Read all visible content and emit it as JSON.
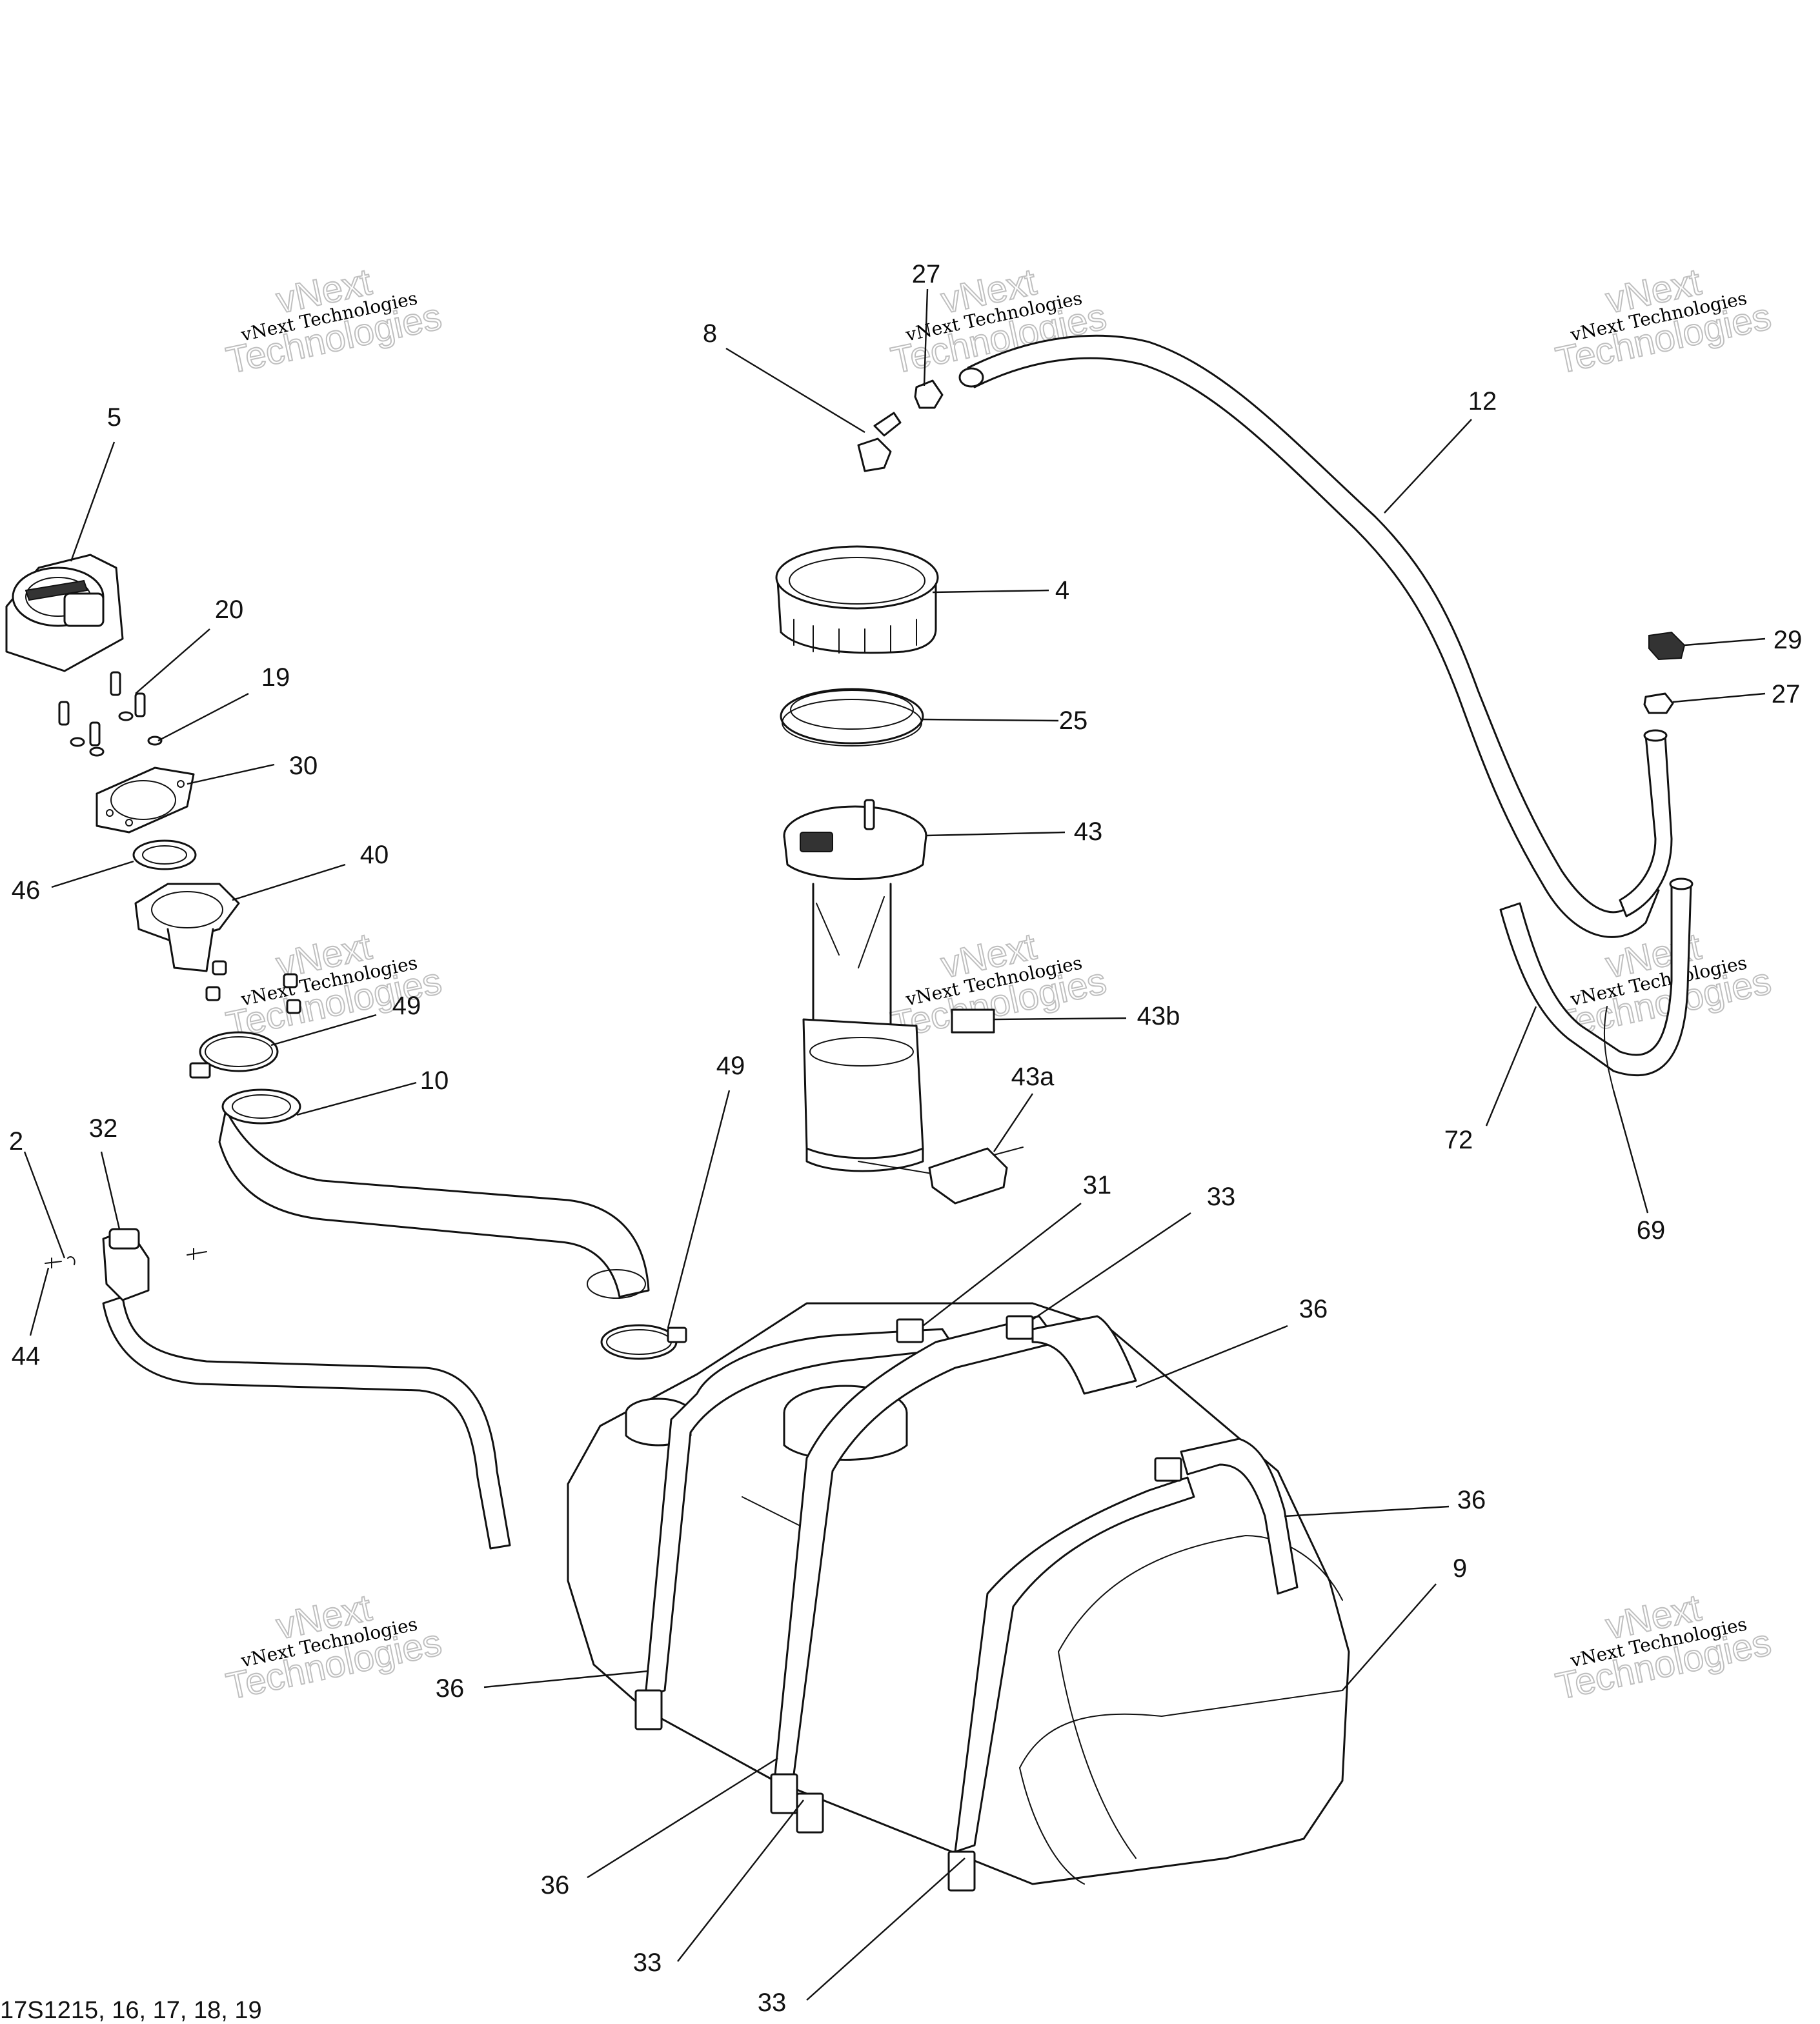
{
  "callouts": [
    {
      "label": "27"
    },
    {
      "label": "8"
    },
    {
      "label": "12"
    },
    {
      "label": "5"
    },
    {
      "label": "20"
    },
    {
      "label": "19"
    },
    {
      "label": "4"
    },
    {
      "label": "29"
    },
    {
      "label": "27"
    },
    {
      "label": "25"
    },
    {
      "label": "30"
    },
    {
      "label": "43"
    },
    {
      "label": "46"
    },
    {
      "label": "40"
    },
    {
      "label": "49"
    },
    {
      "label": "43b"
    },
    {
      "label": "72"
    },
    {
      "label": "10"
    },
    {
      "label": "49"
    },
    {
      "label": "43a"
    },
    {
      "label": "2"
    },
    {
      "label": "32"
    },
    {
      "label": "31"
    },
    {
      "label": "33"
    },
    {
      "label": "69"
    },
    {
      "label": "44"
    },
    {
      "label": "36"
    },
    {
      "label": "36"
    },
    {
      "label": "9"
    },
    {
      "label": "36"
    },
    {
      "label": "36"
    },
    {
      "label": "33"
    },
    {
      "label": "33"
    }
  ],
  "watermark": {
    "small": "vNext Technologies",
    "big_top": "vNext",
    "big_bottom": "Technologies"
  },
  "footer": {
    "text": "17S1215, 16, 17, 18, 19"
  }
}
